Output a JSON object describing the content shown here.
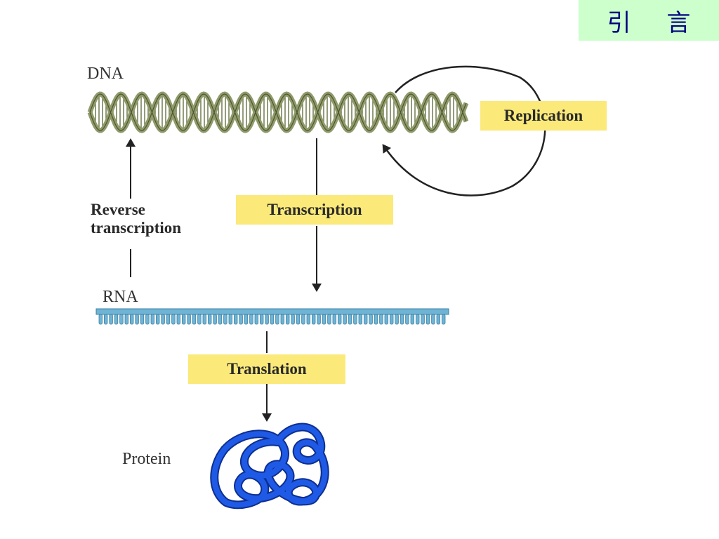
{
  "header": {
    "title": "引 言"
  },
  "diagram": {
    "molecules": {
      "dna": "DNA",
      "rna": "RNA",
      "protein": "Protein"
    },
    "processes": {
      "replication": "Replication",
      "transcription": "Transcription",
      "translation": "Translation",
      "reverse_transcription": [
        "Reverse",
        "transcription"
      ]
    },
    "colors": {
      "dna": "#8f9a6a",
      "rna": "#5fa7c8",
      "protein": "#1f4fd6",
      "process_box": "#fbe97a",
      "title_tab": "#ccffcc",
      "title_text": "#000080"
    }
  }
}
